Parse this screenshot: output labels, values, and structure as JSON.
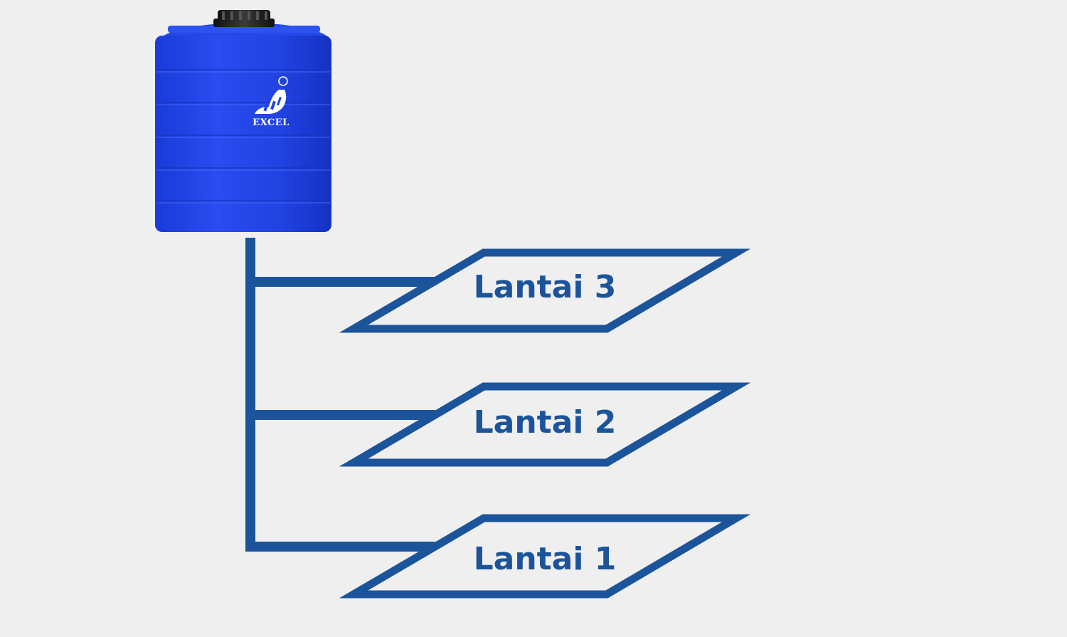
{
  "tank": {
    "brand": "EXCEL",
    "icon": "seal-logo-icon",
    "body_color": "#2244e0",
    "lid_color": "#1b1b1b"
  },
  "pipe": {
    "color": "#1b549b"
  },
  "floors": [
    {
      "label": "Lantai 3"
    },
    {
      "label": "Lantai 2"
    },
    {
      "label": "Lantai 1"
    }
  ],
  "colors": {
    "background": "#efefef",
    "outline": "#1b549b"
  }
}
